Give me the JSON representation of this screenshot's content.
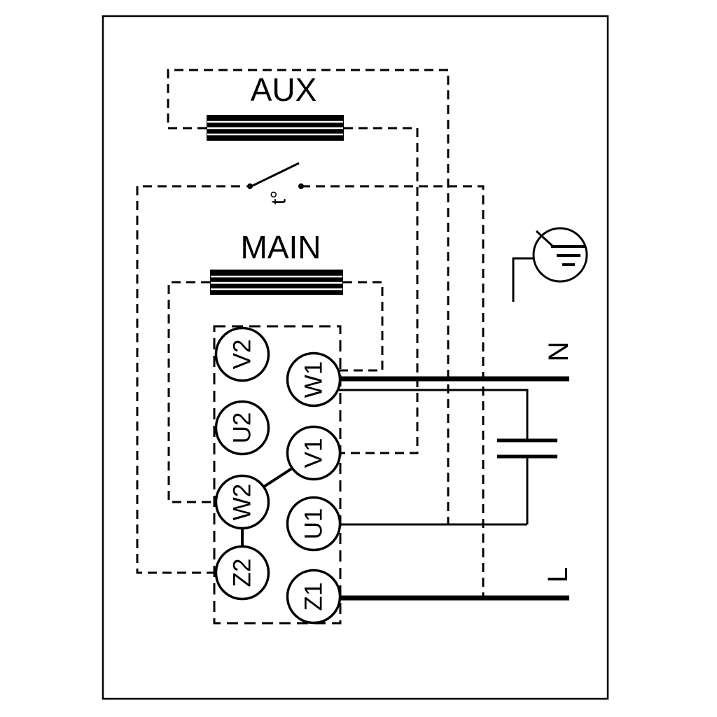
{
  "diagram": {
    "aux_label": "AUX",
    "main_label": "MAIN",
    "thermal_label": "t°",
    "supply": {
      "neutral": "N",
      "line": "L"
    },
    "terminals": {
      "v2": "V2",
      "u2": "U2",
      "w2": "W2",
      "z2": "Z2",
      "w1": "W1",
      "v1": "V1",
      "u1": "U1",
      "z1": "Z1"
    },
    "colors": {
      "line": "#000000",
      "background": "#ffffff"
    }
  }
}
